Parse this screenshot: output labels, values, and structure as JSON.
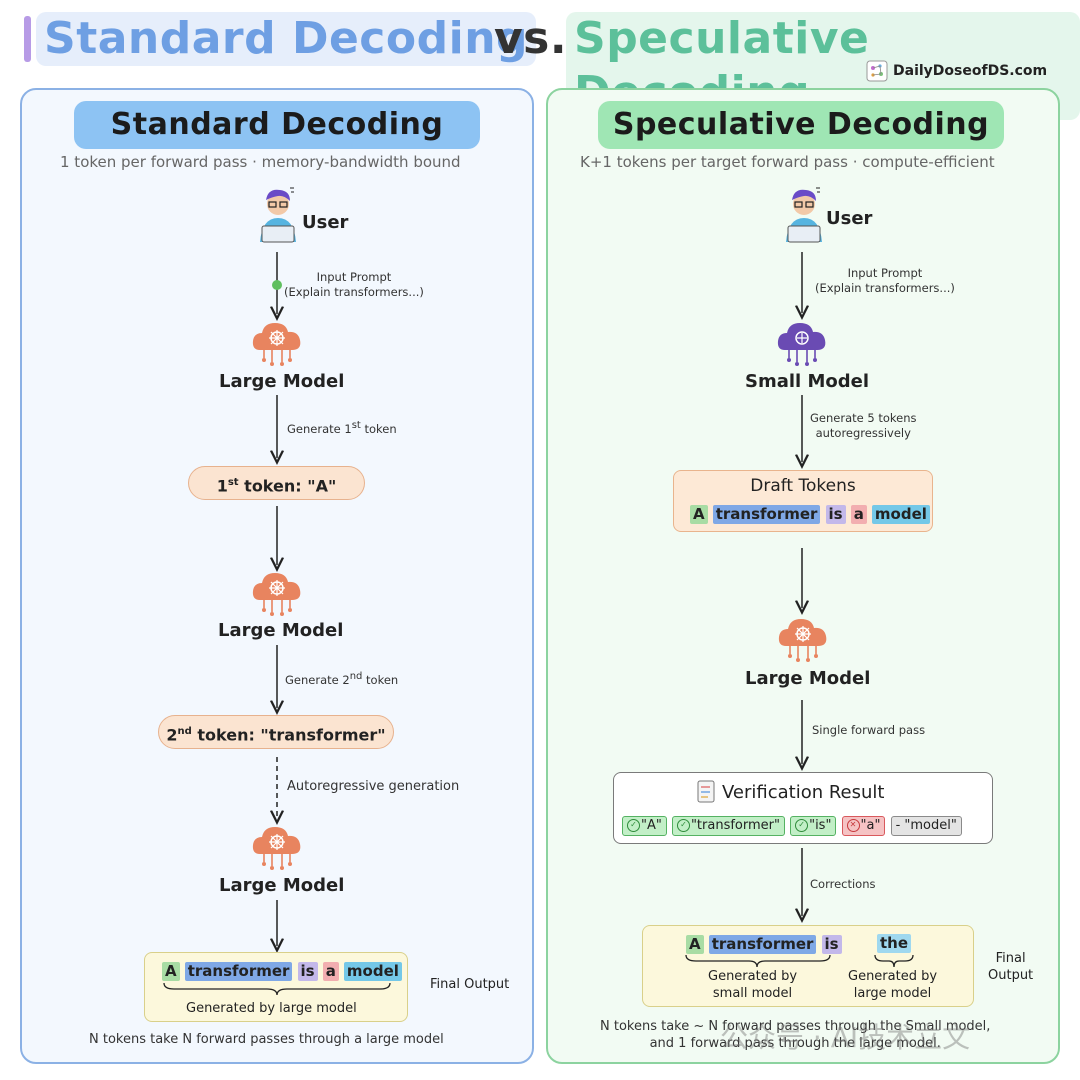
{
  "header": {
    "title_left": "Standard Decoding",
    "title_vs": "vs.",
    "title_right": "Speculative Decoding",
    "brand": "DailyDoseofDS.com"
  },
  "left": {
    "heading": "Standard Decoding",
    "subtitle": "1 token per forward pass · memory-bandwidth bound",
    "user_label": "User",
    "prompt_line1": "Input Prompt",
    "prompt_line2": "(Explain transformers...)",
    "model_label": "Large Model",
    "gen1_pre": "Generate 1",
    "gen1_sup": "st",
    "gen1_post": " token",
    "tok1_pre": "1",
    "tok1_sup": "st",
    "tok1_post": " token: \"A\"",
    "gen2_pre": "Generate 2",
    "gen2_sup": "nd",
    "gen2_post": " token",
    "tok2_pre": "2",
    "tok2_sup": "nd",
    "tok2_post": " token: \"transformer\"",
    "autoreg": "Autoregressive generation",
    "final_tokens": [
      "A",
      "transformer",
      "is",
      "a",
      "model"
    ],
    "final_caption": "Generated by large model",
    "final_output": "Final Output",
    "footnote": "N tokens take N forward passes through a large model"
  },
  "right": {
    "heading": "Speculative Decoding",
    "subtitle": "K+1 tokens per target forward pass · compute-efficient",
    "user_label": "User",
    "prompt_line1": "Input Prompt",
    "prompt_line2": "(Explain transformers...)",
    "small_model_label": "Small Model",
    "gen5_line1": "Generate 5 tokens",
    "gen5_line2": "autoregressively",
    "draft_title": "Draft Tokens",
    "draft_tokens": [
      "A",
      "transformer",
      "is",
      "a",
      "model"
    ],
    "large_model_label": "Large Model",
    "single_pass": "Single forward pass",
    "verify_title": "Verification Result",
    "verify_tokens": [
      "\"A\"",
      "\"transformer\"",
      "\"is\"",
      "\"a\"",
      "- \"model\""
    ],
    "corrections": "Corrections",
    "final_tokens_small": [
      "A",
      "transformer",
      "is"
    ],
    "final_token_large": "the",
    "cap_small_1": "Generated by",
    "cap_small_2": "small model",
    "cap_large_1": "Generated by",
    "cap_large_2": "large model",
    "final_output_1": "Final",
    "final_output_2": "Output",
    "footnote_1": "N tokens take ~ N forward passes through the Small model,",
    "footnote_2": "and 1 forward pass through the large model."
  },
  "watermark": "公众号 · AI技术立文",
  "colors": {
    "title_left": "#6e9fe3",
    "title_right": "#5cc09a",
    "panel_left_border": "#8bb1e5",
    "panel_right_border": "#8cd39f",
    "model_large": "#e8845f",
    "model_small": "#6a4bb3"
  }
}
